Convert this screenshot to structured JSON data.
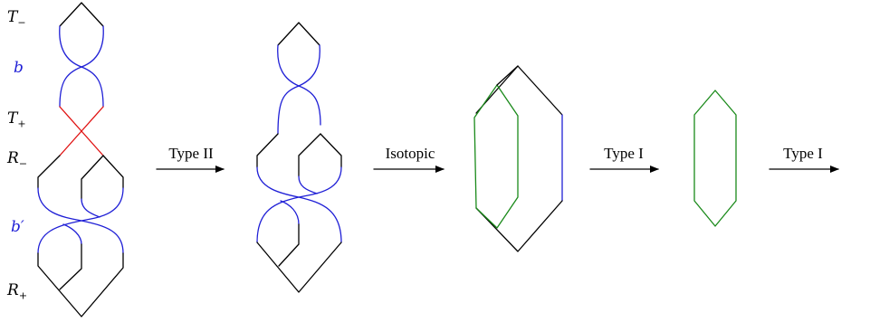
{
  "labels": {
    "t_minus": {
      "base": "T",
      "sub": "−"
    },
    "b": "b",
    "t_plus": {
      "base": "T",
      "sub": "+"
    },
    "r_minus": {
      "base": "R",
      "sub": "−"
    },
    "b_prime": "b′",
    "r_plus": {
      "base": "R",
      "sub": "+"
    }
  },
  "steps": [
    "Type II",
    "Isotopic",
    "Type I",
    "Type I"
  ],
  "colors": {
    "black": "#000000",
    "blue": "#1f1fd6",
    "red": "#e01010",
    "green": "#1a8a1a"
  }
}
